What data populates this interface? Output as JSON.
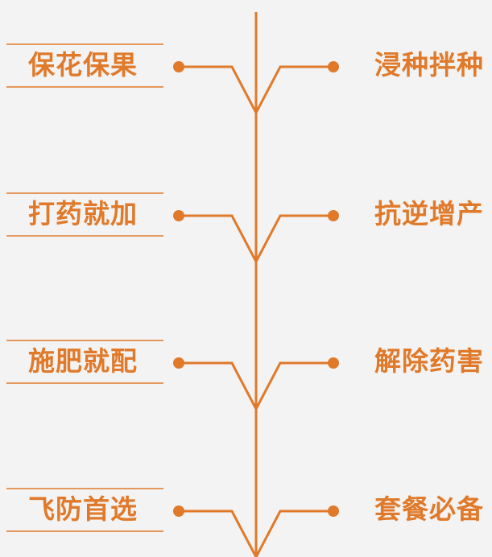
{
  "colors": {
    "accent": "#e07a2a",
    "background": "#f3f3f3"
  },
  "rows": [
    {
      "left": "保花保果",
      "right": "浸种拌种"
    },
    {
      "left": "打药就加",
      "right": "抗逆增产"
    },
    {
      "left": "施肥就配",
      "right": "解除药害"
    },
    {
      "left": "飞防首选",
      "right": "套餐必备"
    }
  ]
}
